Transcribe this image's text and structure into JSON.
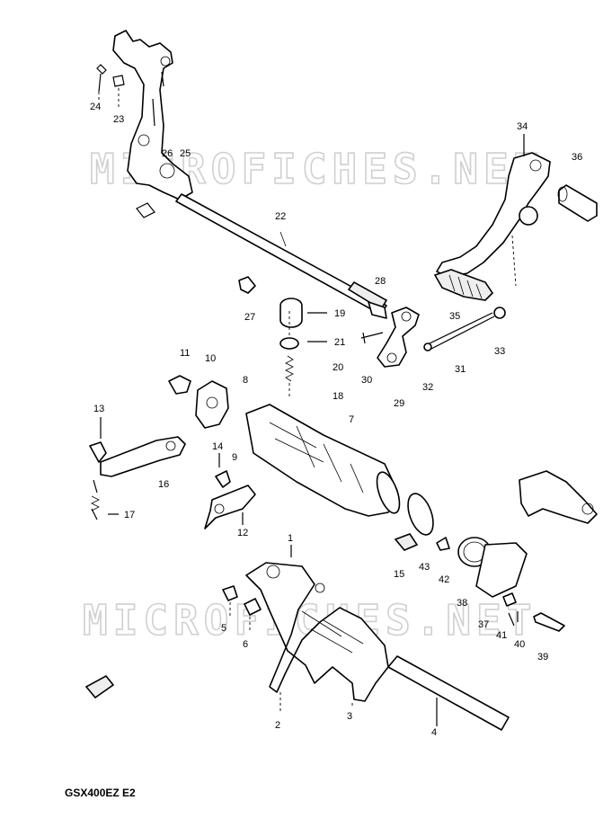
{
  "watermarks": [
    "MICROFICHES.NET",
    "MICROFICHES.NET"
  ],
  "diagram_code": "GSX400EZ E2",
  "callouts": [
    {
      "id": "c24",
      "text": "24"
    },
    {
      "id": "c23",
      "text": "23"
    },
    {
      "id": "c26",
      "text": "26"
    },
    {
      "id": "c25",
      "text": "25"
    },
    {
      "id": "c22",
      "text": "22"
    },
    {
      "id": "c34",
      "text": "34"
    },
    {
      "id": "c36",
      "text": "36"
    },
    {
      "id": "c28",
      "text": "28"
    },
    {
      "id": "c27",
      "text": "27"
    },
    {
      "id": "c19",
      "text": "19"
    },
    {
      "id": "c21",
      "text": "21"
    },
    {
      "id": "c20",
      "text": "20"
    },
    {
      "id": "c18",
      "text": "18"
    },
    {
      "id": "c35",
      "text": "35"
    },
    {
      "id": "c33",
      "text": "33"
    },
    {
      "id": "c30",
      "text": "30"
    },
    {
      "id": "c31",
      "text": "31"
    },
    {
      "id": "c32",
      "text": "32"
    },
    {
      "id": "c29",
      "text": "29"
    },
    {
      "id": "c11",
      "text": "11"
    },
    {
      "id": "c10",
      "text": "10"
    },
    {
      "id": "c8",
      "text": "8"
    },
    {
      "id": "c7",
      "text": "7"
    },
    {
      "id": "c13",
      "text": "13"
    },
    {
      "id": "c14",
      "text": "14"
    },
    {
      "id": "c9",
      "text": "9"
    },
    {
      "id": "c16",
      "text": "16"
    },
    {
      "id": "c17",
      "text": "17"
    },
    {
      "id": "c12",
      "text": "12"
    },
    {
      "id": "c1",
      "text": "1"
    },
    {
      "id": "c15",
      "text": "15"
    },
    {
      "id": "c43",
      "text": "43"
    },
    {
      "id": "c42",
      "text": "42"
    },
    {
      "id": "c5",
      "text": "5"
    },
    {
      "id": "c6",
      "text": "6"
    },
    {
      "id": "c38",
      "text": "38"
    },
    {
      "id": "c37",
      "text": "37"
    },
    {
      "id": "c41",
      "text": "41"
    },
    {
      "id": "c40",
      "text": "40"
    },
    {
      "id": "c39",
      "text": "39"
    },
    {
      "id": "c2",
      "text": "2"
    },
    {
      "id": "c3",
      "text": "3"
    },
    {
      "id": "c4",
      "text": "4"
    }
  ]
}
